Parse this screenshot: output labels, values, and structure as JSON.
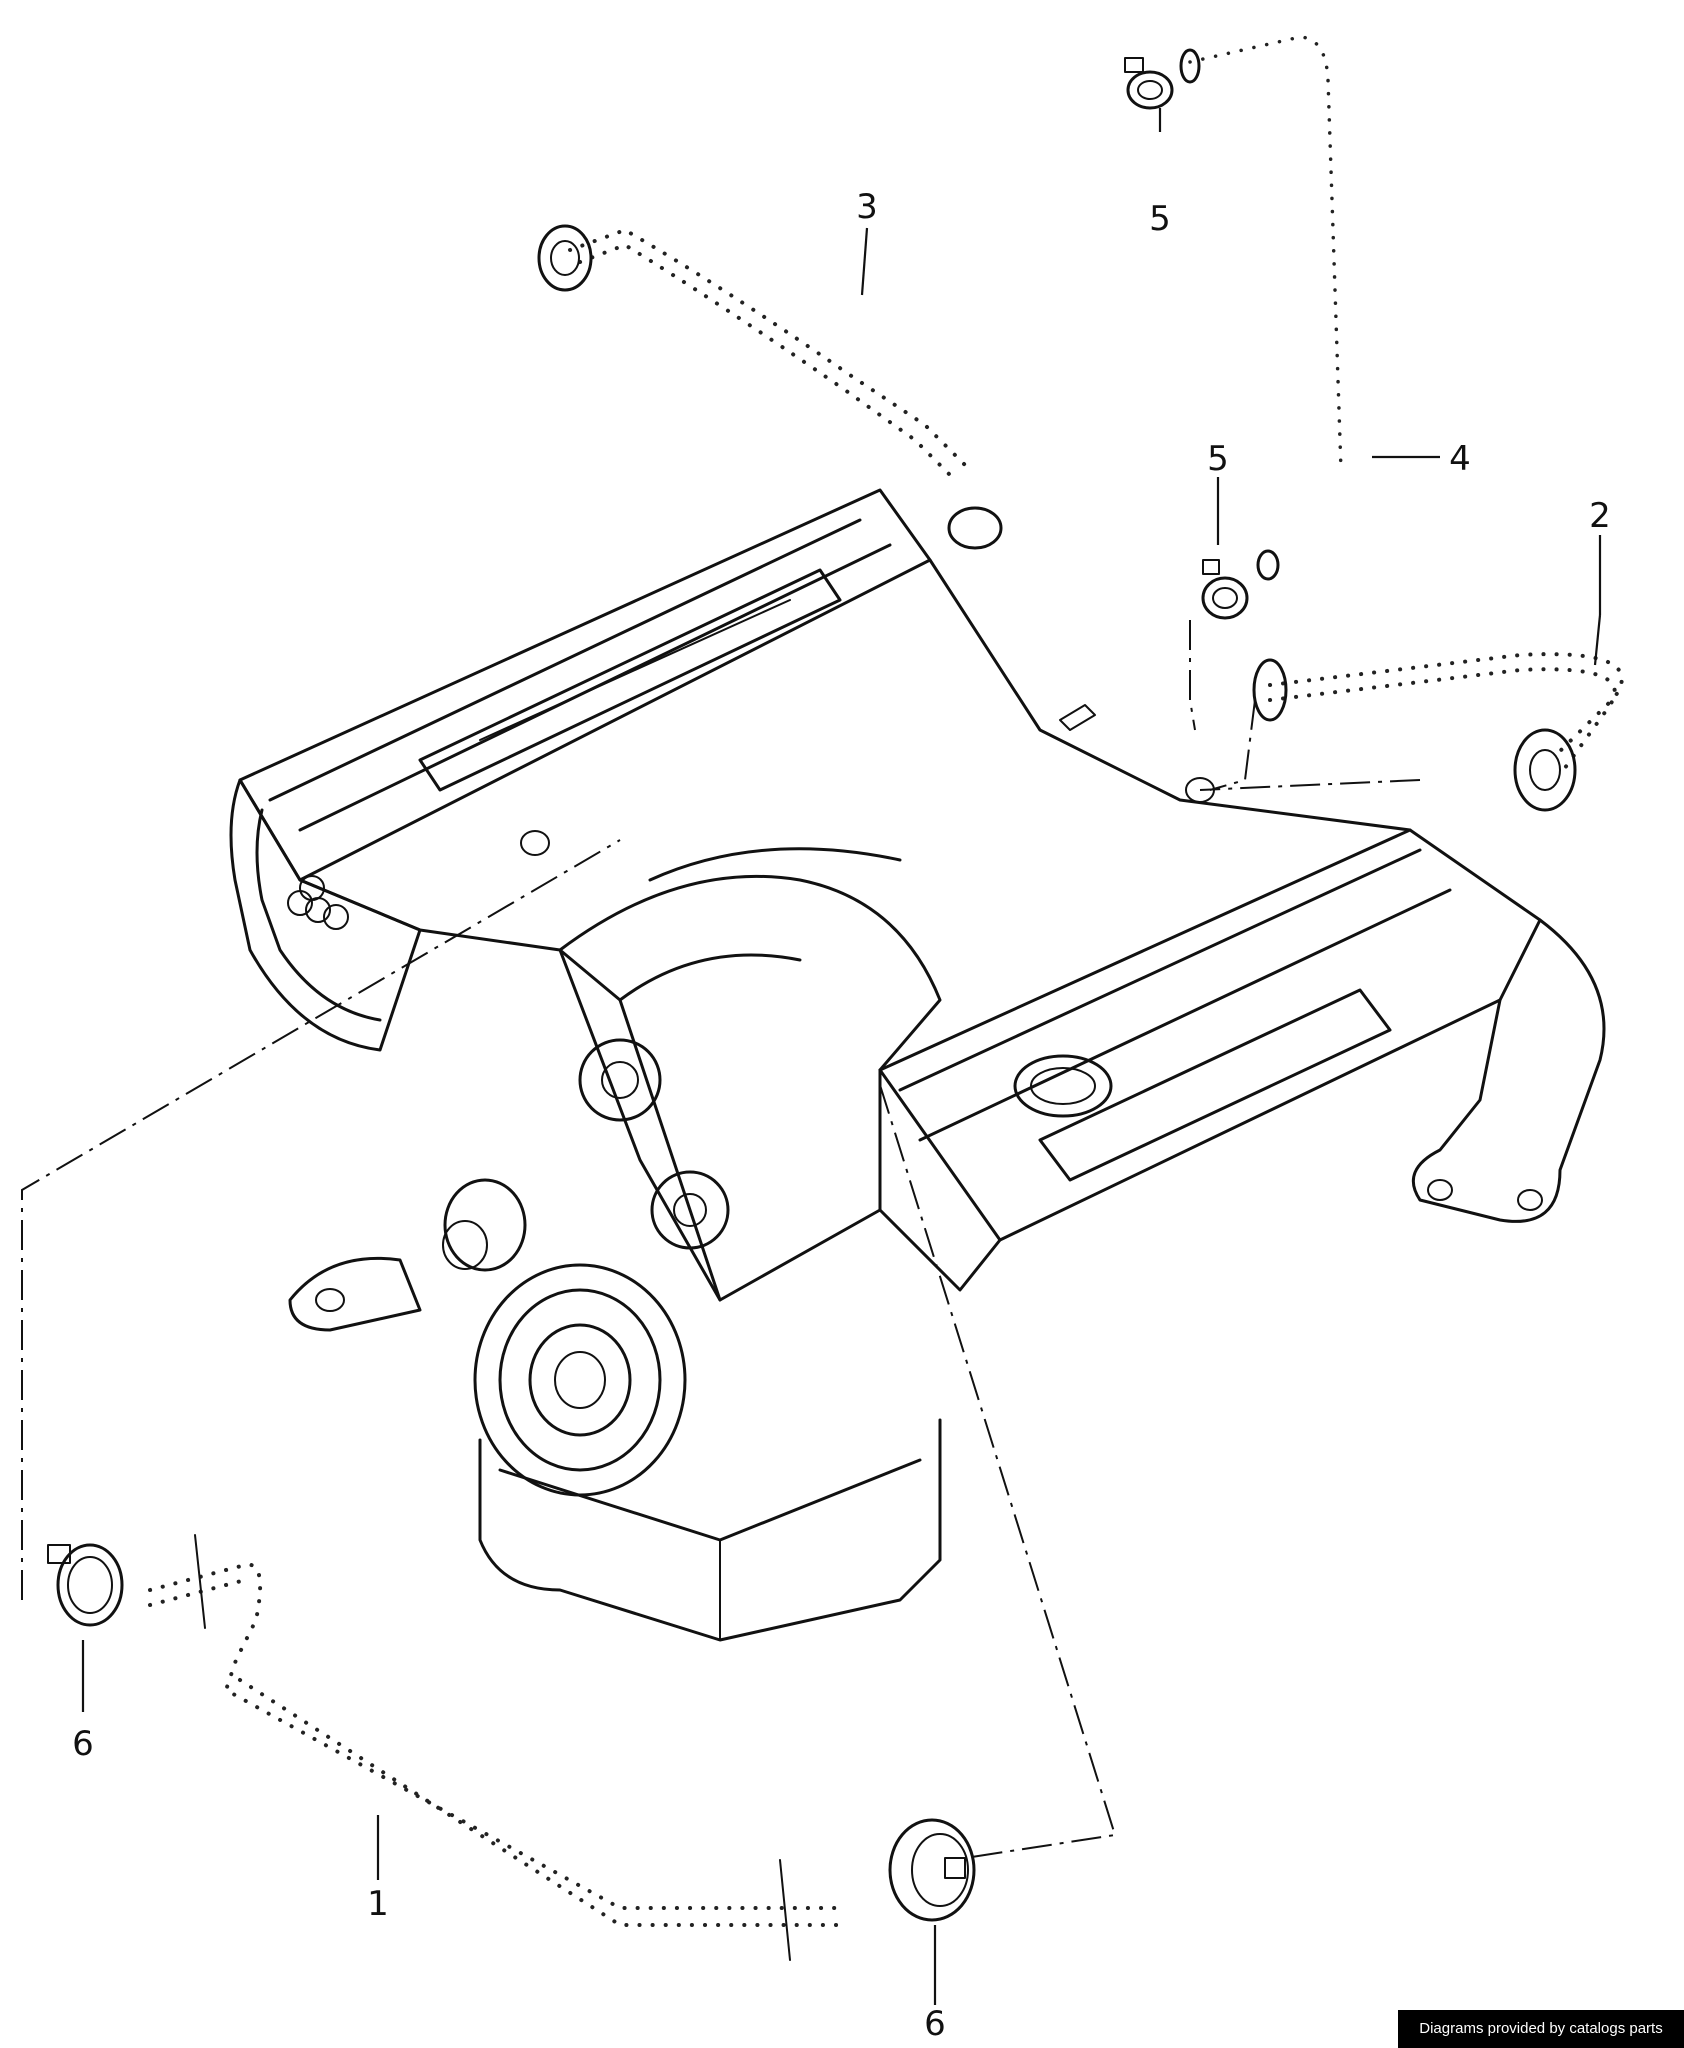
{
  "diagram": {
    "callouts": [
      {
        "id": "c1",
        "text": "1"
      },
      {
        "id": "c2",
        "text": "2"
      },
      {
        "id": "c3",
        "text": "3"
      },
      {
        "id": "c4",
        "text": "4"
      },
      {
        "id": "c5a",
        "text": "5"
      },
      {
        "id": "c5b",
        "text": "5"
      },
      {
        "id": "c6a",
        "text": "6"
      },
      {
        "id": "c6b",
        "text": "6"
      }
    ],
    "parts": [
      {
        "callout": "1",
        "name": "breather-hose-lower",
        "icon": "hose-icon"
      },
      {
        "callout": "2",
        "name": "breather-hose-right",
        "icon": "hose-icon"
      },
      {
        "callout": "3",
        "name": "breather-hose-upper-left",
        "icon": "hose-icon"
      },
      {
        "callout": "4",
        "name": "breather-hose-upper-right",
        "icon": "hose-icon"
      },
      {
        "callout": "5",
        "name": "hose-clamp-small",
        "icon": "clamp-icon"
      },
      {
        "callout": "6",
        "name": "hose-clamp-large",
        "icon": "clamp-icon"
      }
    ]
  },
  "footer": {
    "text": "Diagrams provided by catalogs parts"
  }
}
